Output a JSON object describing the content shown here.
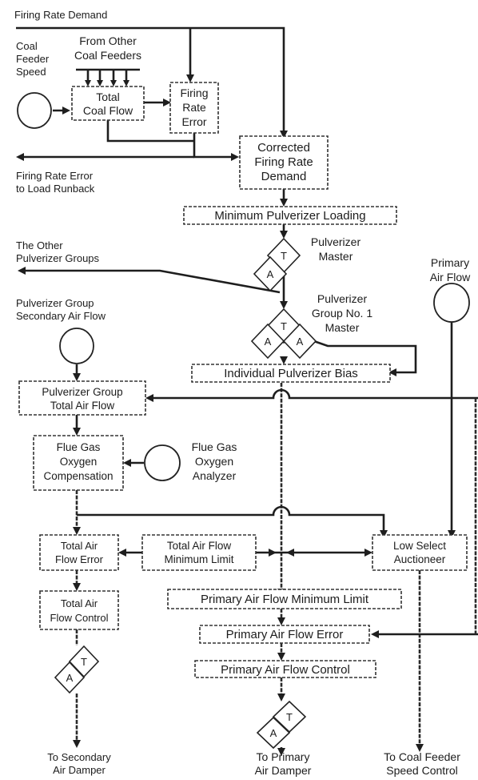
{
  "inputs": {
    "firing_rate_demand": "Firing Rate Demand",
    "coal_feeder_speed": [
      "Coal",
      "Feeder",
      "Speed"
    ],
    "from_other_feeders": [
      "From Other",
      "Coal Feeders"
    ],
    "firing_rate_error_out": [
      "Firing Rate Error",
      "to Load Runback"
    ],
    "other_pulverizer_groups": [
      "The Other",
      "Pulverizer Groups"
    ],
    "primary_air_flow": [
      "Primary",
      "Air Flow"
    ],
    "secondary_air_flow": [
      "Pulverizer Group",
      "Secondary Air Flow"
    ],
    "flue_gas_analyzer": [
      "Flue Gas",
      "Oxygen",
      "Analyzer"
    ]
  },
  "blocks": {
    "total_coal_flow": [
      "Total",
      "Coal Flow"
    ],
    "firing_rate_error": [
      "Firing",
      "Rate",
      "Error"
    ],
    "corrected_demand": [
      "Corrected",
      "Firing Rate",
      "Demand"
    ],
    "min_pulverizer_loading": "Minimum Pulverizer Loading",
    "individual_bias": "Individual Pulverizer Bias",
    "group_total_air": [
      "Pulverizer Group",
      "Total Air Flow"
    ],
    "o2_compensation": [
      "Flue Gas",
      "Oxygen",
      "Compensation"
    ],
    "total_air_error": [
      "Total Air",
      "Flow Error"
    ],
    "total_air_min": [
      "Total Air Flow",
      "Minimum Limit"
    ],
    "low_select": [
      "Low Select",
      "Auctioneer"
    ],
    "total_air_control": [
      "Total Air",
      "Flow Control"
    ],
    "pa_min_limit": "Primary Air Flow Minimum Limit",
    "pa_error": "Primary Air Flow Error",
    "pa_control": "Primary Air Flow Control"
  },
  "stations": {
    "pulverizer_master": [
      "Pulverizer",
      "Master"
    ],
    "group_master": [
      "Pulverizer",
      "Group No. 1",
      "Master"
    ],
    "t": "T",
    "a": "A"
  },
  "outputs": {
    "secondary_damper": [
      "To Secondary",
      "Air Damper"
    ],
    "primary_damper": [
      "To Primary",
      "Air Damper"
    ],
    "coal_feeder": [
      "To Coal Feeder",
      "Speed Control"
    ]
  }
}
